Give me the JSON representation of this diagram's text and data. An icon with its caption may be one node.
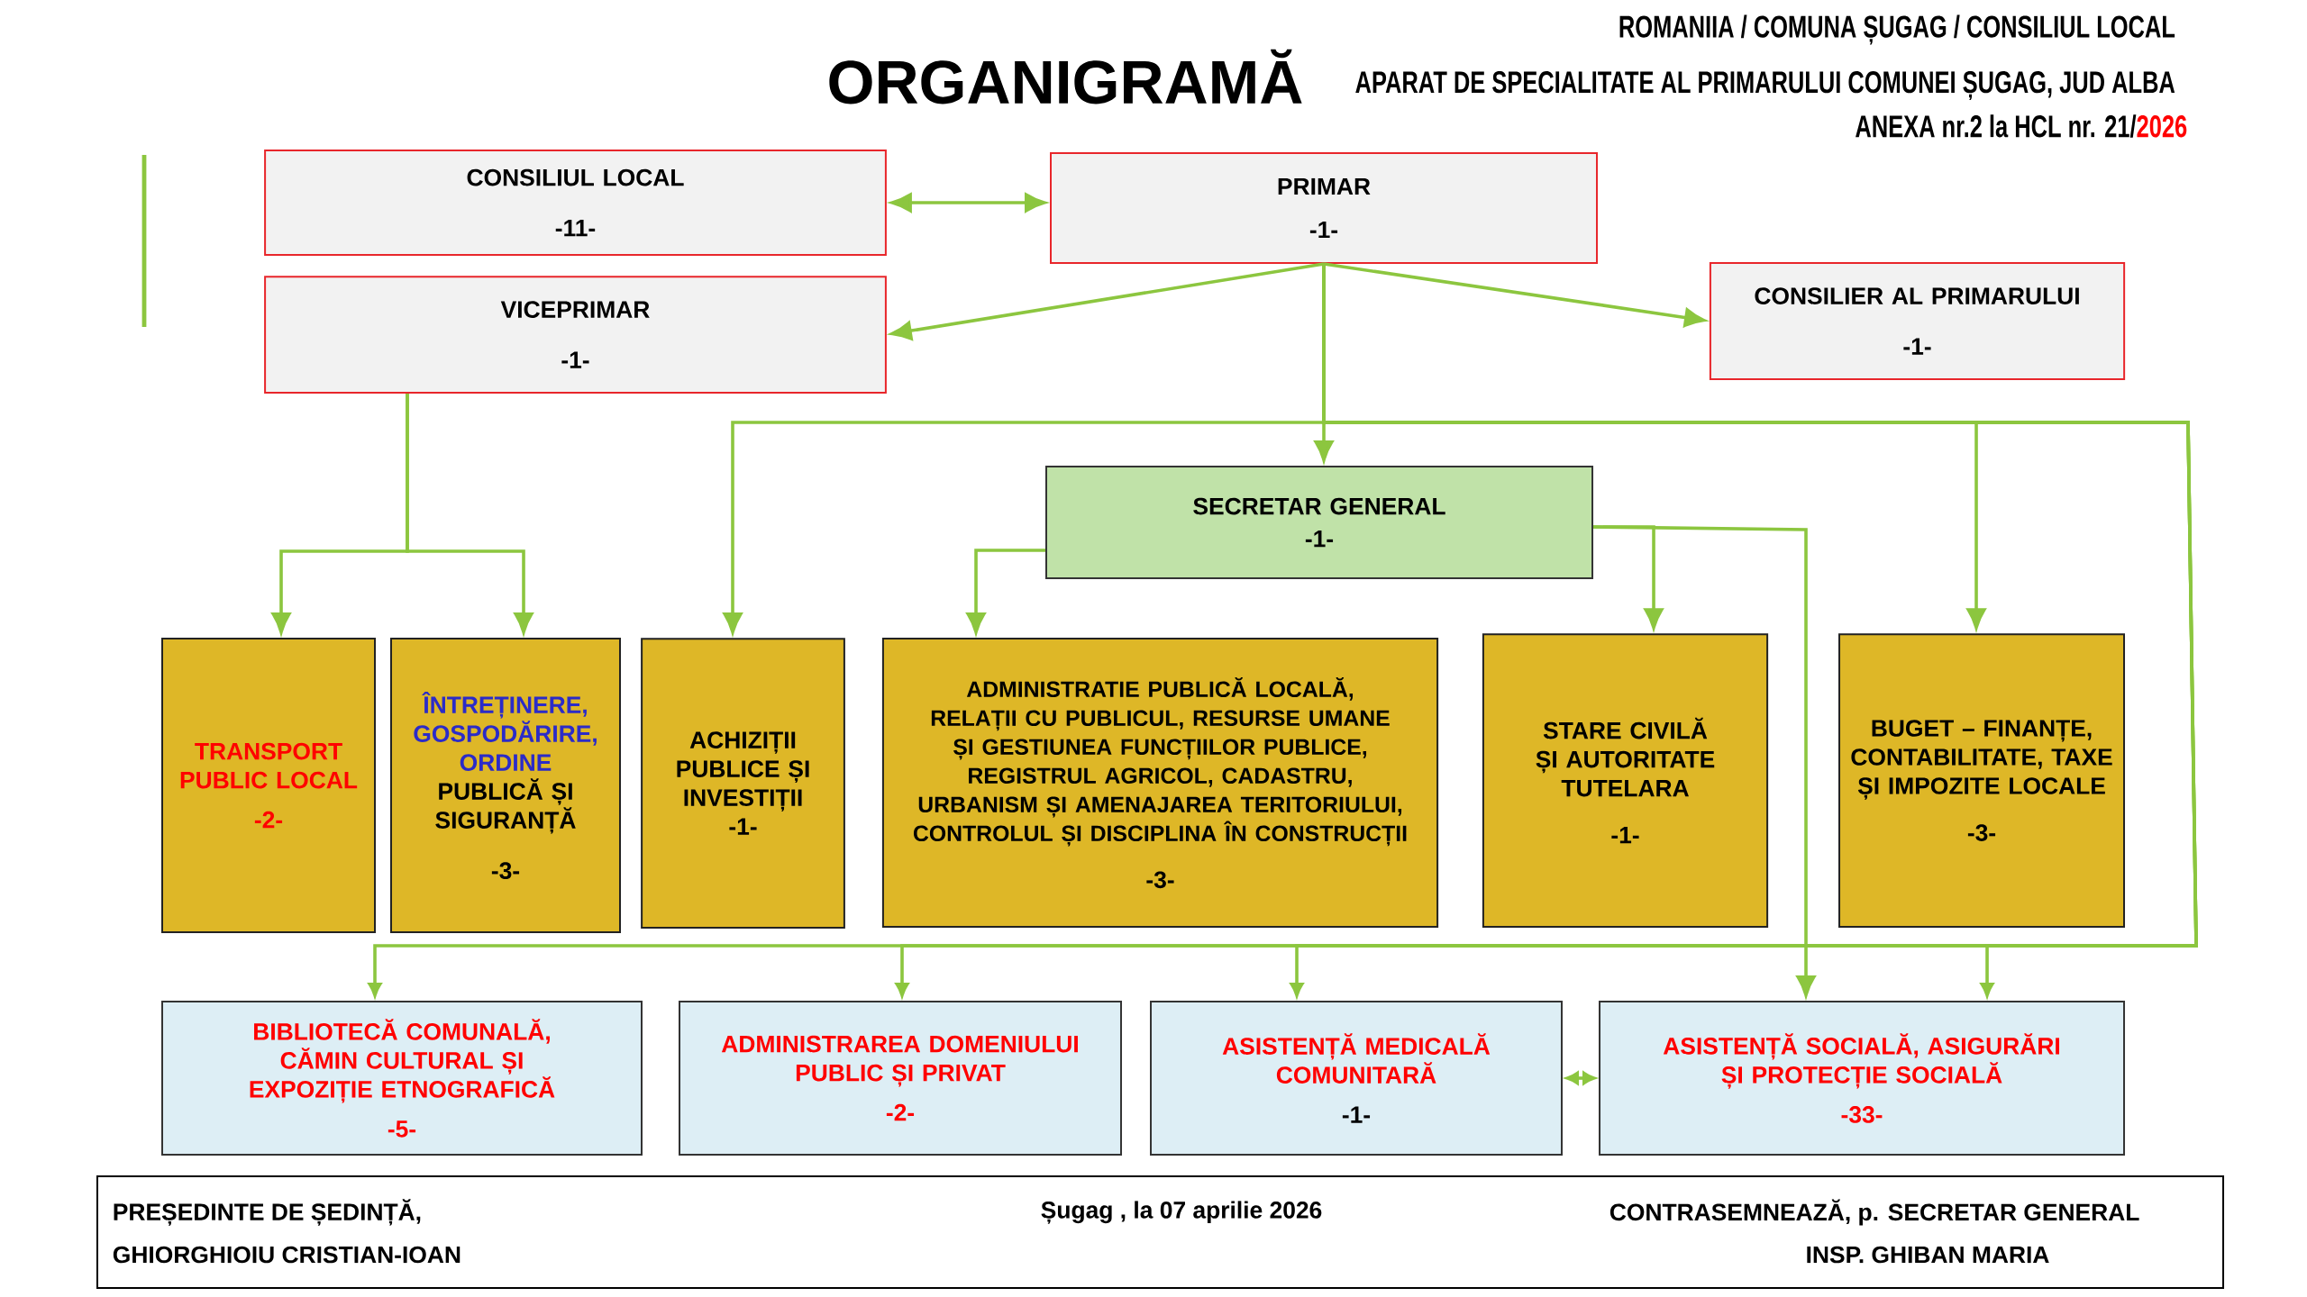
{
  "diagram": {
    "title": "ORGANIGRAMĂ",
    "nodes": [
      {
        "text": [
          "CONSILIUL LOCAL",
          "-11-"
        ]
      },
      {
        "text": [
          "PRIMAR",
          "-1-"
        ]
      },
      {
        "text": [
          "VICEPRIMAR",
          "-1-"
        ]
      },
      {
        "text": [
          "CONSILIER AL PRIMARULUI",
          "-1-"
        ]
      },
      {
        "text": [
          "SECRETAR GENERAL",
          "-1-"
        ]
      },
      {
        "text": [
          "TRANSPORT PUBLIC LOCAL",
          "-2-"
        ]
      },
      {
        "text": [
          "ÎNTREȚINERE, GOSPODĂRIRE, ORDINE",
          "PUBLICĂ ȘI SIGURANȚĂ",
          "-3-"
        ]
      },
      {
        "text": [
          "ACHIZIȚII PUBLICE ȘI INVESTIȚII",
          "-1-"
        ]
      },
      {
        "text": [
          "ADMINISTRATIE PUBLICĂ LOCALĂ, RELAȚII CU PUBLICUL, RESURSE UMANE ȘI GESTIUNEA FUNCȚIILOR PUBLICE, REGISTRUL AGRICOL, CADASTRU, URBANISM ȘI AMENAJAREA TERITORIULUI, CONTROLUL ȘI DISCIPLINA ÎN CONSTRUCȚII",
          "-3-"
        ]
      },
      {
        "text": [
          "STARE CIVILĂ ȘI AUTORITATE TUTELARA",
          "-1-"
        ]
      },
      {
        "text": [
          "BUGET – FINANȚE, CONTABILITATE, TAXE ȘI IMPOZITE LOCALE",
          "-3-"
        ]
      },
      {
        "text": [
          "BIBLIOTECĂ COMUNALĂ, CĂMIN CULTURAL ȘI EXPOZIȚIE ETNOGRAFICĂ",
          "-5-"
        ]
      },
      {
        "text": [
          "ADMINISTRAREA DOMENIULUI PUBLIC ȘI PRIVAT",
          "-2-"
        ]
      },
      {
        "text": [
          "ASISTENȚĂ MEDICALĂ COMUNITARĂ",
          "-1-"
        ]
      },
      {
        "text": [
          "ASISTENȚĂ SOCIALĂ, ASIGURĂRI ȘI PROTECȚIE SOCIALĂ",
          "-33-"
        ]
      },
      {
        "text": [
          "PREȘEDINTE DE ȘEDINȚĂ,",
          "GHIORGHIOIU CRISTIAN-IOAN",
          "Șugag , la 07 aprilie 2026",
          "CONTRASEMNEAZĂ, p. SECRETAR GENERAL",
          "INSP. GHIBAN MARIA"
        ]
      }
    ],
    "edges": [
      {
        "from": 0,
        "to": 1,
        "arrow": "both"
      },
      {
        "from": 1,
        "to": 2,
        "arrow": "to"
      },
      {
        "from": 1,
        "to": 3,
        "arrow": "to"
      },
      {
        "from": 1,
        "to": 4,
        "arrow": "to"
      },
      {
        "from": 1,
        "to": 7,
        "arrow": "to"
      },
      {
        "from": 1,
        "to": 10,
        "arrow": "to"
      },
      {
        "from": 1,
        "to": 11,
        "arrow": "to"
      },
      {
        "from": 1,
        "to": 12,
        "arrow": "to"
      },
      {
        "from": 1,
        "to": 13,
        "arrow": "to"
      },
      {
        "from": 1,
        "to": 14,
        "arrow": "to"
      },
      {
        "from": 2,
        "to": 5,
        "arrow": "to"
      },
      {
        "from": 2,
        "to": 6,
        "arrow": "to"
      },
      {
        "from": 4,
        "to": 8,
        "arrow": "to"
      },
      {
        "from": 4,
        "to": 9,
        "arrow": "to"
      },
      {
        "from": 4,
        "to": 14,
        "arrow": "to"
      },
      {
        "from": 13,
        "to": 14,
        "arrow": "both"
      }
    ],
    "labels": [
      "ROMANIIA / COMUNA ȘUGAG / CONSILIUL LOCAL",
      "APARAT DE SPECIALITATE AL PRIMARULUI COMUNEI ȘUGAG, JUD ALBA",
      "ANEXA nr.2 la HCL nr. 21/",
      "2026"
    ]
  }
}
